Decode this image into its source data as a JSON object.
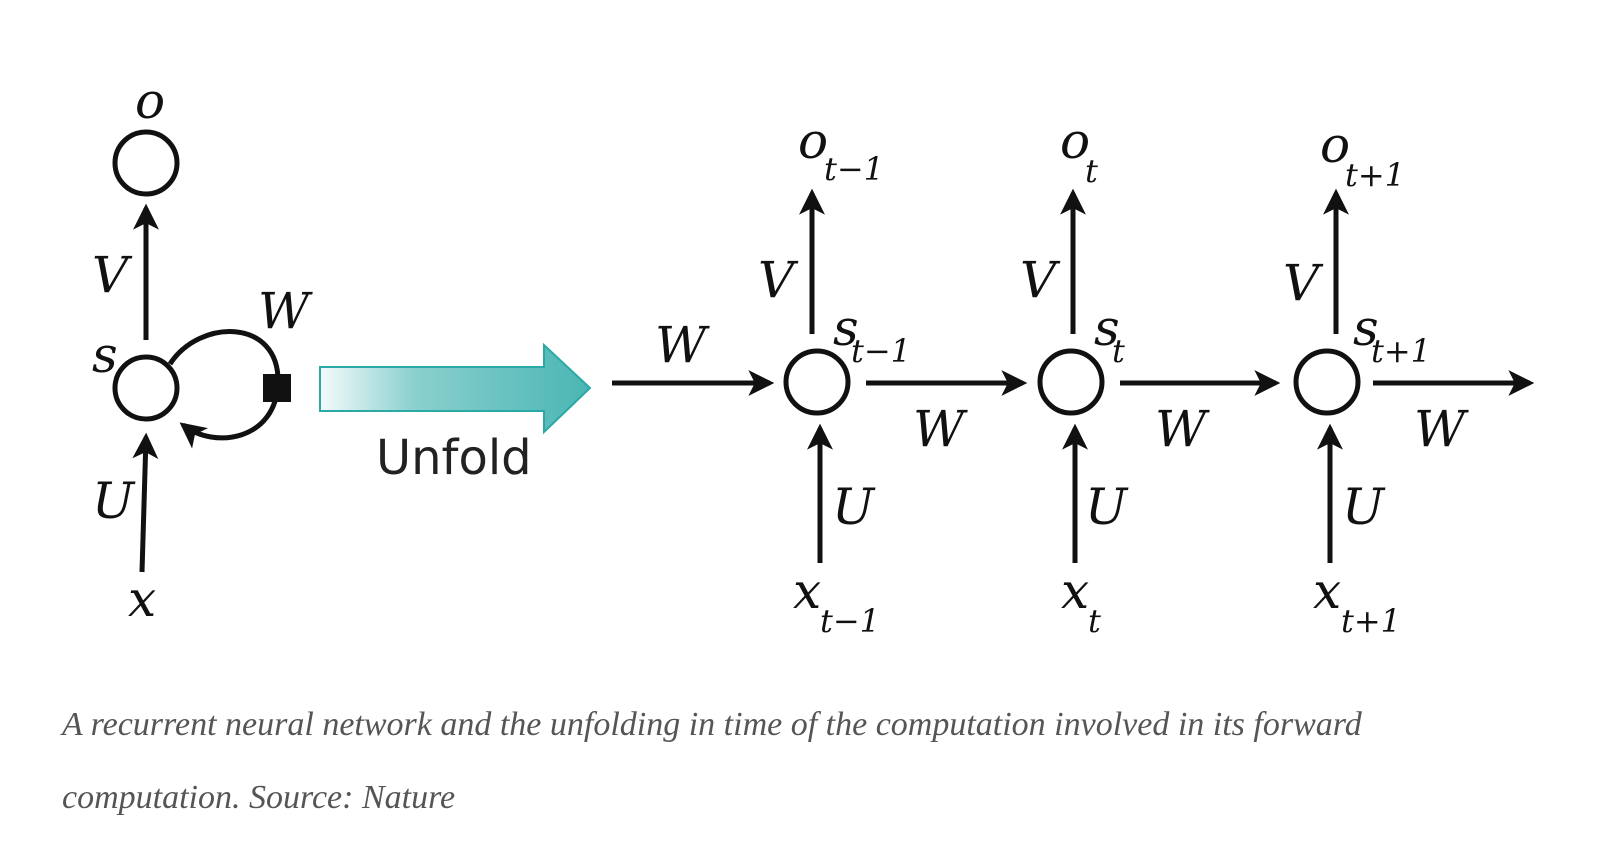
{
  "diagram": {
    "folded": {
      "output": "o",
      "state": "s",
      "input": "x",
      "weights": {
        "V": "V",
        "W": "W",
        "U": "U"
      }
    },
    "unfold_label": "Unfold",
    "colors": {
      "unfold_arrow": "#2aa9a6",
      "stroke": "#111111"
    },
    "unfolded": {
      "incoming_weight": "W",
      "outgoing_weight": "W",
      "steps": [
        {
          "o": "o",
          "o_sub": "t−1",
          "s": "s",
          "s_sub": "t−1",
          "x": "x",
          "x_sub": "t−1",
          "V": "V",
          "U": "U",
          "W": "W"
        },
        {
          "o": "o",
          "o_sub": "t",
          "s": "s",
          "s_sub": "t",
          "x": "x",
          "x_sub": "t",
          "V": "V",
          "U": "U",
          "W": "W"
        },
        {
          "o": "o",
          "o_sub": "t+1",
          "s": "s",
          "s_sub": "t+1",
          "x": "x",
          "x_sub": "t+1",
          "V": "V",
          "U": "U",
          "W": "W"
        }
      ]
    }
  },
  "caption": "A recurrent neural network and the unfolding in time of the computation involved in its forward computation. Source: Nature"
}
